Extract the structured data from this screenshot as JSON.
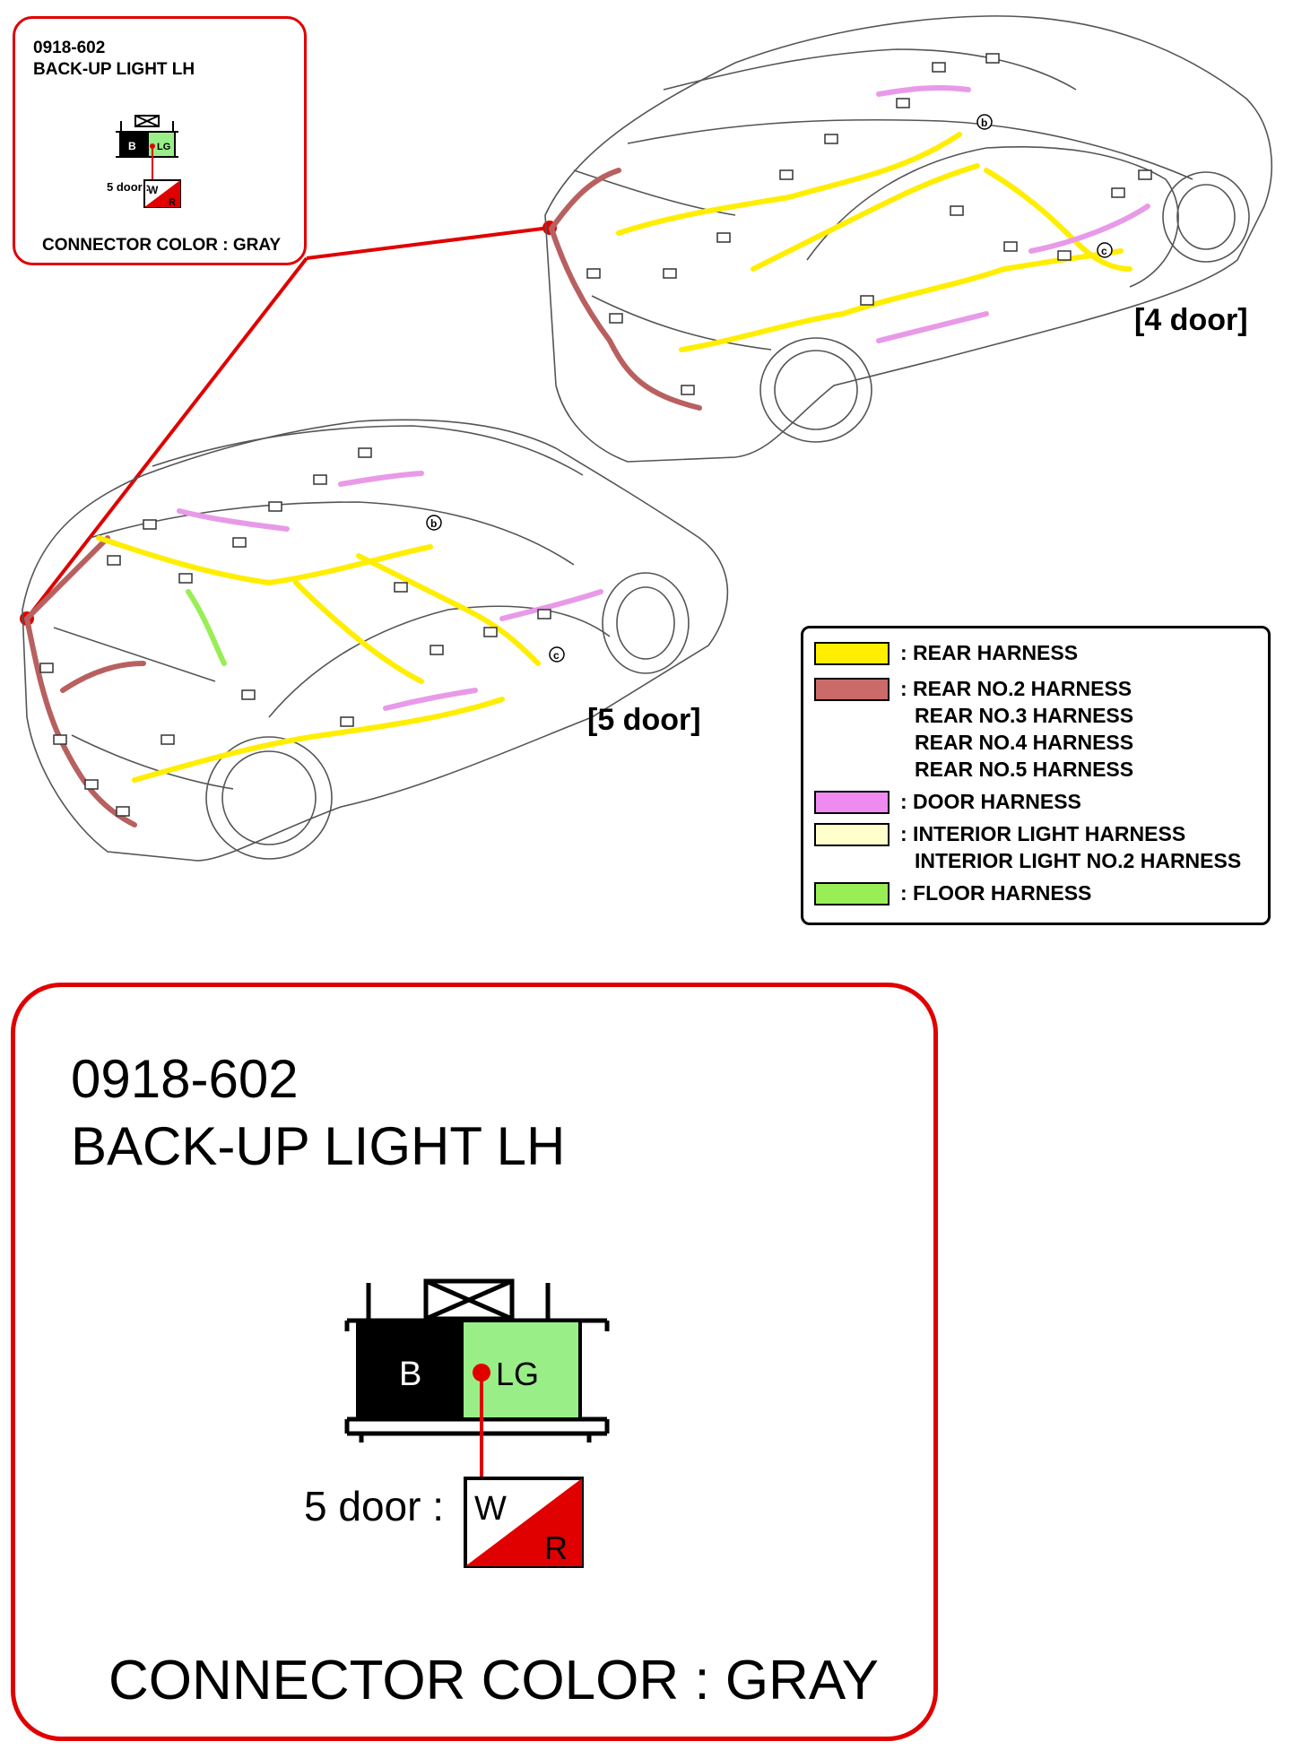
{
  "callout_small": {
    "code": "0918-602",
    "name": "BACK-UP LIGHT LH",
    "door_label": "5 door :",
    "connector_color": "CONNECTOR COLOR : GRAY",
    "pin_left": "B",
    "pin_right": "LG",
    "wire_top": "W",
    "wire_bottom": "R"
  },
  "cars": {
    "four_door_label": "[4 door]",
    "five_door_label": "[5 door]",
    "marker_b": "b",
    "marker_c": "c"
  },
  "legend": {
    "items": [
      {
        "color": "#ffee00",
        "lines": [
          ": REAR HARNESS"
        ]
      },
      {
        "color": "#cc6a6a",
        "lines": [
          ": REAR NO.2 HARNESS",
          "REAR NO.3 HARNESS",
          "REAR NO.4 HARNESS",
          "REAR NO.5 HARNESS"
        ]
      },
      {
        "color": "#f08af0",
        "lines": [
          ": DOOR HARNESS"
        ]
      },
      {
        "color": "#ffffcc",
        "lines": [
          ": INTERIOR LIGHT HARNESS",
          "INTERIOR LIGHT NO.2 HARNESS"
        ]
      },
      {
        "color": "#99ee55",
        "lines": [
          ": FLOOR HARNESS"
        ]
      }
    ]
  },
  "callout_large": {
    "code": "0918-602",
    "name": "BACK-UP LIGHT LH",
    "door_label": "5 door :",
    "connector_color": "CONNECTOR COLOR : GRAY",
    "pin_left": "B",
    "pin_right": "LG",
    "wire_top": "W",
    "wire_bottom": "R"
  },
  "colors": {
    "callout_border": "#e00000",
    "connector_black": "#000000",
    "connector_lg": "#99ee88",
    "wire_red": "#e00000"
  }
}
